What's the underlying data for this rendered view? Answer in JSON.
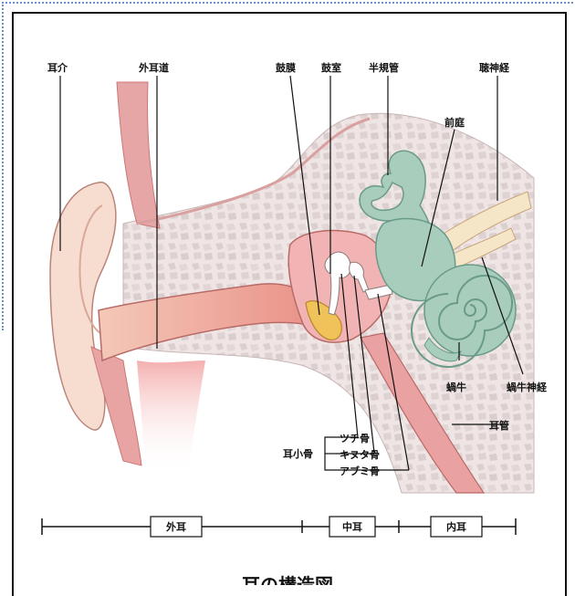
{
  "labels": {
    "pinna": "耳介",
    "ear_canal": "外耳道",
    "eardrum": "鼓膜",
    "tympanic_cavity": "鼓室",
    "semicircular_canals": "半規管",
    "auditory_nerve": "聴神経",
    "vestibule": "前庭",
    "cochlea": "蝸牛",
    "cochlear_nerve": "蝸牛神経",
    "eustachian_tube": "耳管",
    "ossicles": "耳小骨",
    "malleus": "ツチ骨",
    "incus": "キヌタ骨",
    "stapes": "アブミ骨"
  },
  "scale": {
    "outer": "外耳",
    "middle": "中耳",
    "inner": "内耳"
  },
  "title": "耳の構造図",
  "colors": {
    "skin": "#f6d9cc",
    "canal": "#e8928f",
    "bone": "#eee3e3",
    "bone_cell": "#d9cccc",
    "inner_ear": "#a9cdbd",
    "nerve": "#f6e6c8",
    "eardrum": "#f0c25a"
  }
}
